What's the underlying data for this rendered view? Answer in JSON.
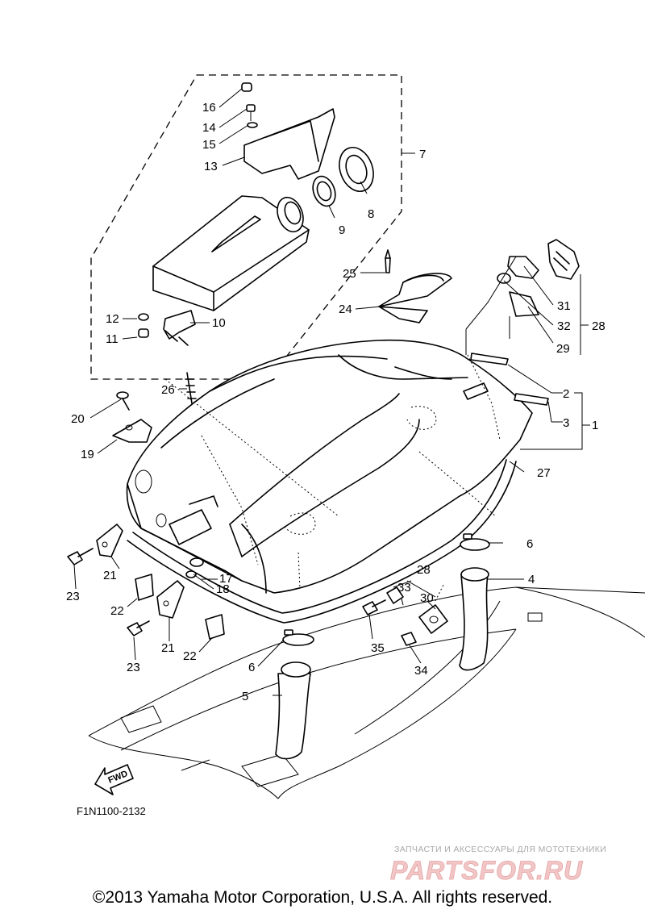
{
  "callouts": [
    {
      "id": "c1",
      "text": "1"
    },
    {
      "id": "c2",
      "text": "2"
    },
    {
      "id": "c3",
      "text": "3"
    },
    {
      "id": "c4",
      "text": "4"
    },
    {
      "id": "c5",
      "text": "5"
    },
    {
      "id": "c6a",
      "text": "6"
    },
    {
      "id": "c6b",
      "text": "6"
    },
    {
      "id": "c7",
      "text": "7"
    },
    {
      "id": "c8",
      "text": "8"
    },
    {
      "id": "c9",
      "text": "9"
    },
    {
      "id": "c10",
      "text": "10"
    },
    {
      "id": "c11",
      "text": "11"
    },
    {
      "id": "c12",
      "text": "12"
    },
    {
      "id": "c13",
      "text": "13"
    },
    {
      "id": "c14",
      "text": "14"
    },
    {
      "id": "c15",
      "text": "15"
    },
    {
      "id": "c16",
      "text": "16"
    },
    {
      "id": "c17",
      "text": "17"
    },
    {
      "id": "c18",
      "text": "18"
    },
    {
      "id": "c19",
      "text": "19"
    },
    {
      "id": "c20",
      "text": "20"
    },
    {
      "id": "c21a",
      "text": "21"
    },
    {
      "id": "c21b",
      "text": "21"
    },
    {
      "id": "c22a",
      "text": "22"
    },
    {
      "id": "c22b",
      "text": "22"
    },
    {
      "id": "c23a",
      "text": "23"
    },
    {
      "id": "c23b",
      "text": "23"
    },
    {
      "id": "c24",
      "text": "24"
    },
    {
      "id": "c25",
      "text": "25"
    },
    {
      "id": "c26",
      "text": "26"
    },
    {
      "id": "c27",
      "text": "27"
    },
    {
      "id": "c28a",
      "text": "28"
    },
    {
      "id": "c28b",
      "text": "28"
    },
    {
      "id": "c29",
      "text": "29"
    },
    {
      "id": "c30",
      "text": "30"
    },
    {
      "id": "c31",
      "text": "31"
    },
    {
      "id": "c32",
      "text": "32"
    },
    {
      "id": "c33",
      "text": "33"
    },
    {
      "id": "c34",
      "text": "34"
    },
    {
      "id": "c35",
      "text": "35"
    }
  ],
  "diagram_code": "F1N1100-2132",
  "fwd_label": "FWD",
  "watermark": {
    "subtitle": "ЗАПЧАСТИ И АКСЕССУАРЫ ДЛЯ МОТОТЕХНИКИ",
    "brand": "PARTSFOR.RU"
  },
  "copyright": "©2013 Yamaha Motor Corporation, U.S.A. All rights reserved."
}
